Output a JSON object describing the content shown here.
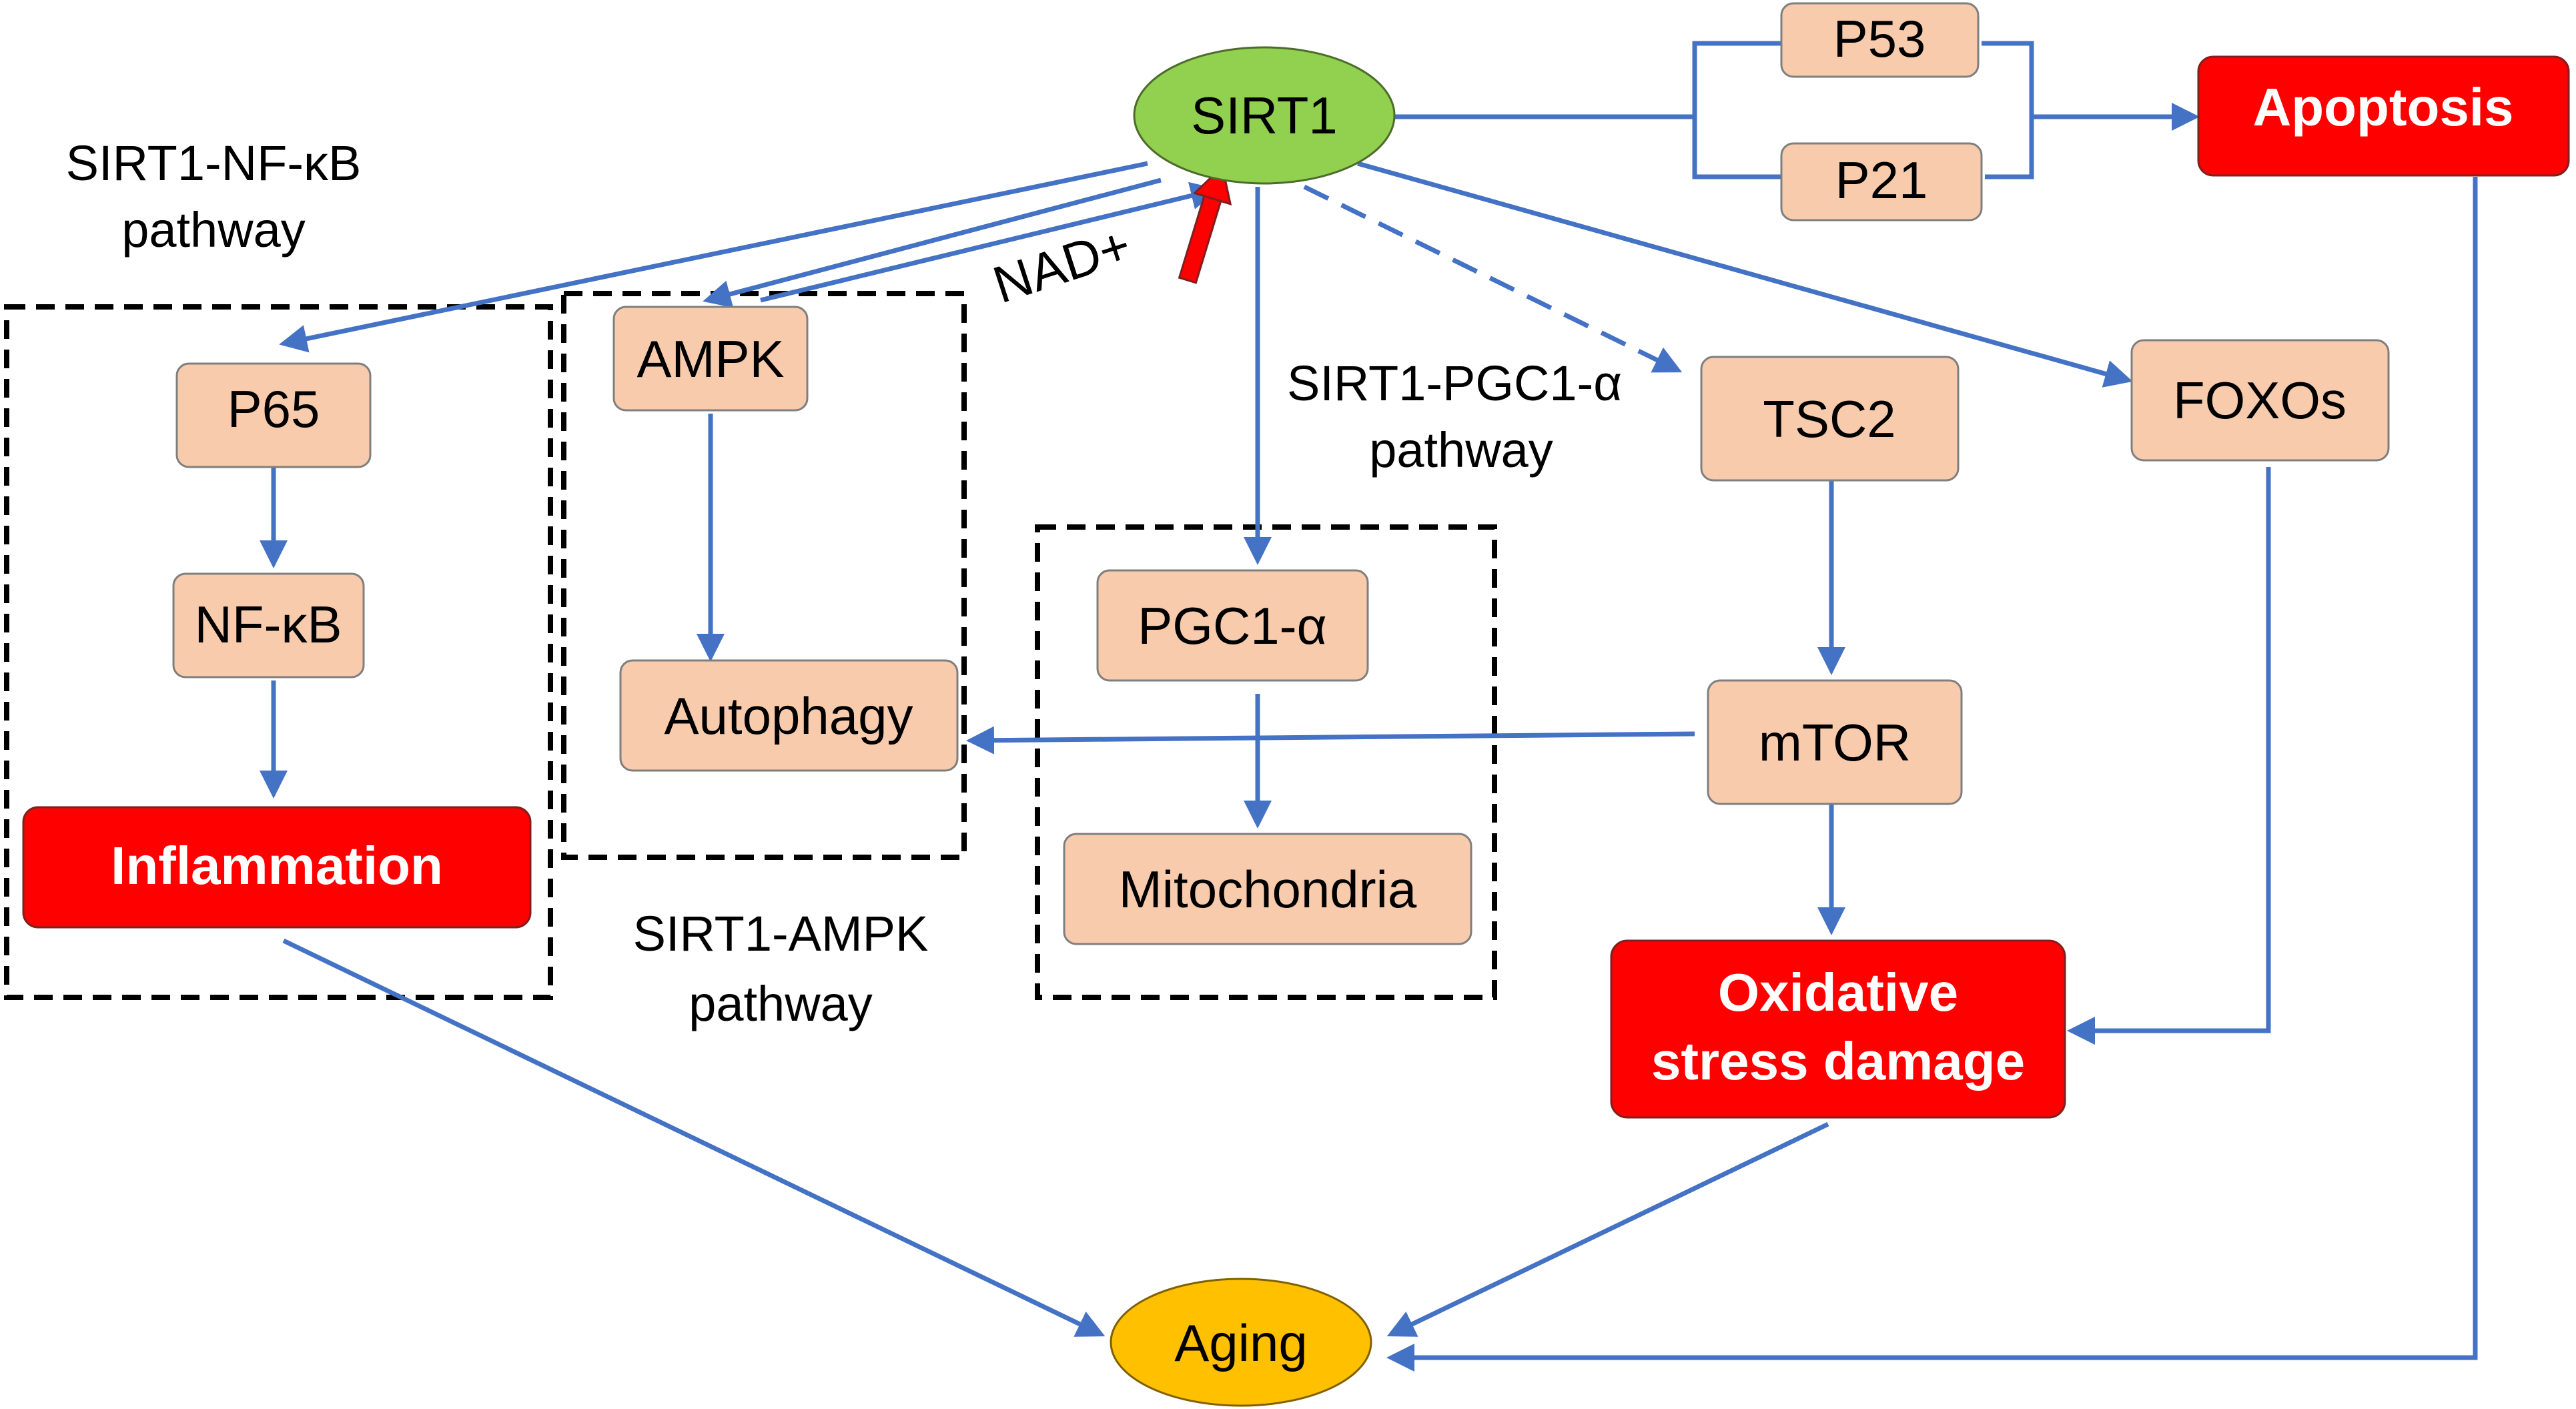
{
  "nodes": {
    "sirt1": "SIRT1",
    "p53": "P53",
    "p21": "P21",
    "apoptosis": "Apoptosis",
    "p65": "P65",
    "nfkb": "NF-κB",
    "inflammation": "Inflammation",
    "ampk": "AMPK",
    "autophagy": "Autophagy",
    "pgc1a": "PGC1-α",
    "mitochondria": "Mitochondria",
    "tsc2": "TSC2",
    "mtor": "mTOR",
    "foxos": "FOXOs",
    "oxidative_line1": "Oxidative",
    "oxidative_line2": "stress damage",
    "aging": "Aging",
    "nad": "NAD+"
  },
  "captions": {
    "nfkb_line1": "SIRT1-NF-κB",
    "nfkb_line2": "pathway",
    "ampk_line1": "SIRT1-AMPK",
    "ampk_line2": "pathway",
    "pgc_line1": "SIRT1-PGC1-α",
    "pgc_line2": "pathway"
  },
  "colors": {
    "sirt1_fill": "#92D050",
    "aging_fill": "#FFC000",
    "process_fill": "#F8CBAD",
    "outcome_fill": "#FF0000",
    "arrow": "#4472C4",
    "nad_arrow": "#FF0000"
  }
}
